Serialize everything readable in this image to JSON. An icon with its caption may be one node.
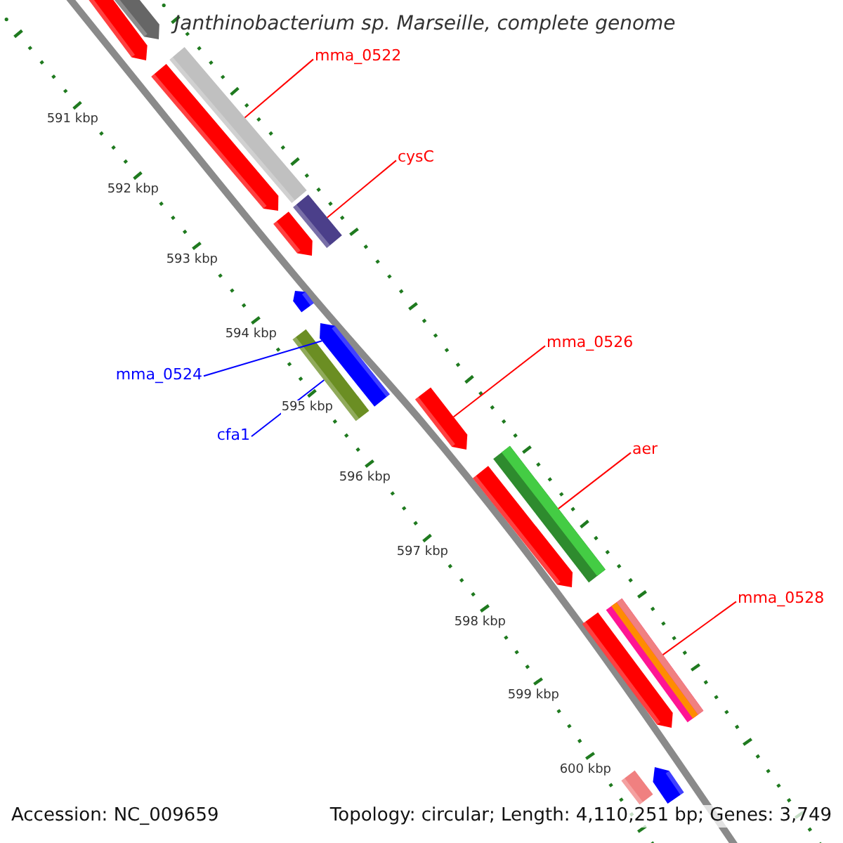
{
  "diagram": {
    "title": "Janthinobacterium sp. Marseille, complete genome",
    "nodes": [
      {
        "text": [
          "mma_0522"
        ]
      },
      {
        "text": [],
        "shape": "bar"
      },
      {
        "text": [
          "cysC"
        ]
      },
      {
        "text": [],
        "shape": "bar"
      },
      {
        "text": [
          "mma_0526"
        ]
      },
      {
        "text": [],
        "shape": "bar"
      },
      {
        "text": [
          "mma_0524"
        ]
      },
      {
        "text": [],
        "shape": "bar"
      },
      {
        "text": [
          "cfa1"
        ]
      },
      {
        "text": [],
        "shape": "bar"
      },
      {
        "text": [
          "aer"
        ]
      },
      {
        "text": [],
        "shape": "bar"
      },
      {
        "text": [
          "mma_0528"
        ]
      },
      {
        "text": [],
        "shape": "bar"
      },
      {
        "text": [],
        "shape": "bar"
      },
      {
        "text": [],
        "shape": "bar"
      },
      {
        "text": [],
        "shape": "bar"
      },
      {
        "text": [],
        "shape": "bar"
      },
      {
        "text": [],
        "shape": "bar"
      },
      {
        "text": [],
        "shape": "bar"
      },
      {
        "text": [],
        "shape": "bar"
      },
      {
        "text": [],
        "shape": "bar"
      },
      {
        "text": [],
        "shape": "bar"
      }
    ],
    "edges": [
      {
        "from": 0,
        "to": 1,
        "arrow": "none"
      },
      {
        "from": 2,
        "to": 3,
        "arrow": "none"
      },
      {
        "from": 4,
        "to": 5,
        "arrow": "none"
      },
      {
        "from": 6,
        "to": 7,
        "arrow": "none",
        "color": "#0000ff"
      },
      {
        "from": 8,
        "to": 9,
        "arrow": "none",
        "color": "#0000ff"
      },
      {
        "from": 10,
        "to": 11,
        "arrow": "none"
      },
      {
        "from": 12,
        "to": 13,
        "arrow": "none"
      }
    ],
    "labels": [
      "591 kbp",
      "592 kbp",
      "593 kbp",
      "594 kbp",
      "595 kbp",
      "596 kbp",
      "597 kbp",
      "598 kbp",
      "599 kbp",
      "600 kbp",
      "Accession: NC_009659",
      "Topology: circular; Length: 4,110,251 bp; Genes: 3,749"
    ]
  }
}
